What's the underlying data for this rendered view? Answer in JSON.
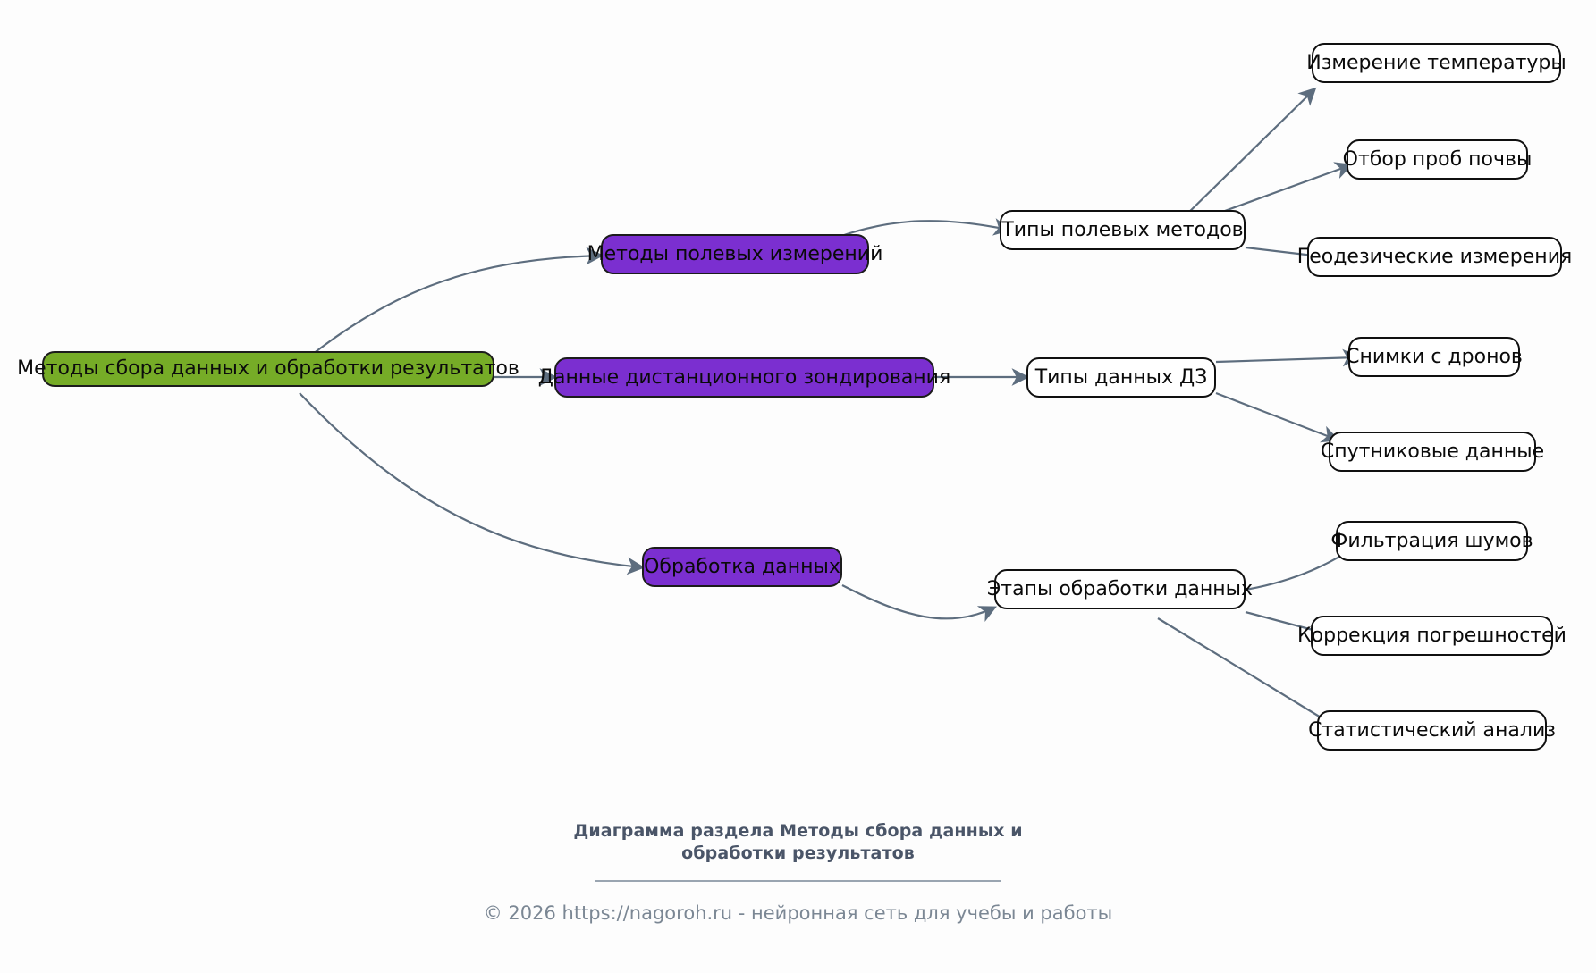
{
  "diagram": {
    "type": "mindmap",
    "direction": "left-to-right",
    "background_color": "#fdfdfd",
    "edge_color": "#5d6d7e",
    "root": {
      "id": "root",
      "label": "Методы сбора данных и обработки результатов",
      "fill_color": "#76ac27",
      "text_color": "#0c0c0c"
    },
    "branch_color": "#7b2fd0",
    "leaf_color": "#ffffff",
    "branches": [
      {
        "id": "branch-field-methods",
        "label": "Методы полевых измерений",
        "child": {
          "id": "group-field-method-types",
          "label": "Типы полевых методов",
          "leaves": [
            {
              "id": "leaf-temperature",
              "label": "Измерение температуры"
            },
            {
              "id": "leaf-soil-sampling",
              "label": "Отбор проб почвы"
            },
            {
              "id": "leaf-geodesy",
              "label": "Геодезические измерения"
            }
          ]
        }
      },
      {
        "id": "branch-remote-sensing",
        "label": "Данные дистанционного зондирования",
        "child": {
          "id": "group-remote-sensing-types",
          "label": "Типы данных ДЗ",
          "leaves": [
            {
              "id": "leaf-drone-imagery",
              "label": "Снимки с дронов"
            },
            {
              "id": "leaf-satellite-data",
              "label": "Спутниковые данные"
            }
          ]
        }
      },
      {
        "id": "branch-data-processing",
        "label": "Обработка данных",
        "child": {
          "id": "group-processing-stages",
          "label": "Этапы обработки данных",
          "leaves": [
            {
              "id": "leaf-noise-filtering",
              "label": "Фильтрация шумов"
            },
            {
              "id": "leaf-error-correction",
              "label": "Коррекция погрешностей"
            },
            {
              "id": "leaf-statistical-analysis",
              "label": "Статистический анализ"
            }
          ]
        }
      }
    ]
  },
  "caption": {
    "title_line_1": "Диаграмма раздела Методы сбора данных и",
    "title_line_2": "обработки результатов",
    "copyright": "© 2026 https://nagoroh.ru - нейронная сеть для учебы и работы"
  }
}
